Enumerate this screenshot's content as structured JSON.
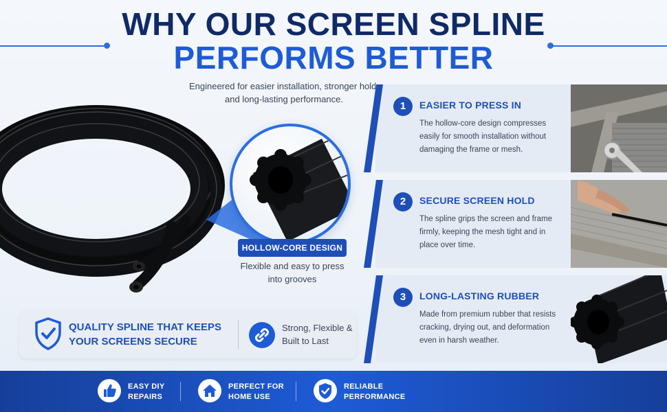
{
  "header": {
    "title_line1": "WHY OUR SCREEN SPLINE",
    "title_line2": "PERFORMS BETTER",
    "subtitle": "Engineered for easier installation, stronger hold, and long-lasting performance."
  },
  "hollow_core": {
    "badge": "HOLLOW-CORE DESIGN",
    "description": "Flexible and easy to press into grooves"
  },
  "quality": {
    "headline": "QUALITY SPLINE THAT KEEPS YOUR SCREENS SECURE",
    "secondary": "Strong, Flexible & Built to Last",
    "shield_icon": "shield-check-icon",
    "link_icon": "chain-link-icon"
  },
  "features": [
    {
      "number": "1",
      "title": "EASIER TO PRESS IN",
      "description": "The hollow-core design compresses easily for smooth installation without damaging the frame or mesh."
    },
    {
      "number": "2",
      "title": "SECURE SCREEN HOLD",
      "description": "The spline grips the screen and frame firmly, keeping the mesh tight and in place over time."
    },
    {
      "number": "3",
      "title": "LONG-LASTING RUBBER",
      "description": "Made from premium rubber that resists cracking, drying out, and deformation even in harsh weather."
    }
  ],
  "footer": [
    {
      "line1": "EASY DIY",
      "line2": "REPAIRS",
      "icon": "thumbs-up-icon"
    },
    {
      "line1": "PERFECT FOR",
      "line2": "HOME USE",
      "icon": "home-icon"
    },
    {
      "line1": "RELIABLE",
      "line2": "PERFORMANCE",
      "icon": "shield-check-icon"
    }
  ],
  "colors": {
    "navy": "#0f2a66",
    "brand_blue": "#1e5bd6",
    "deep_blue": "#1e4fb8"
  }
}
